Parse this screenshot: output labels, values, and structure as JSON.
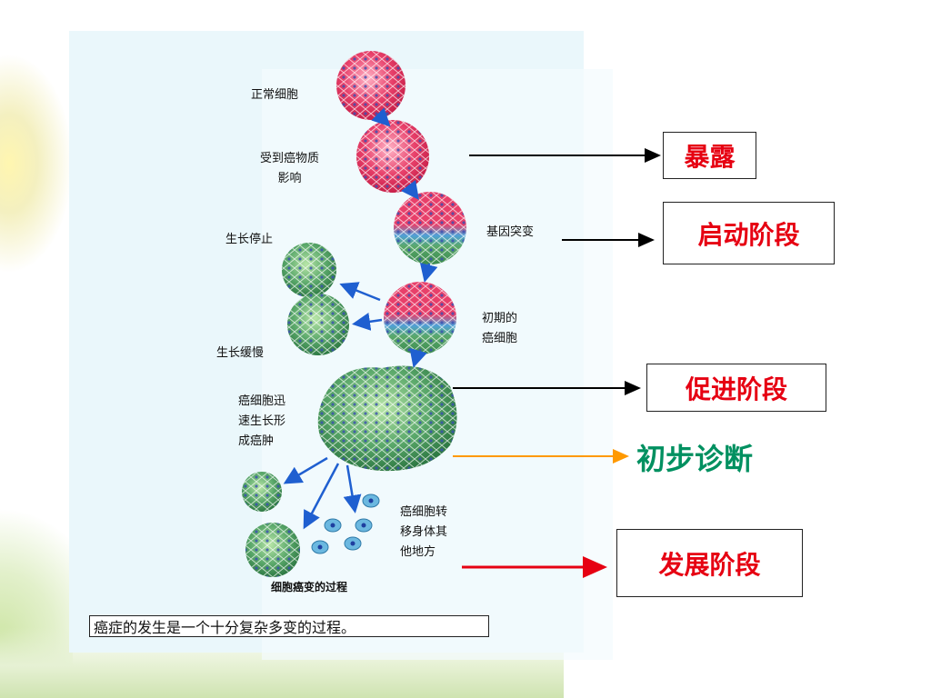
{
  "figure": {
    "title": "细胞癌变的过程",
    "caption": "癌症的发生是一个十分复杂多变的过程。",
    "cell_labels": {
      "normal": "正常细胞",
      "affected": "受到癌物质\n影响",
      "mutation": "基因突变",
      "growth_stop": "生长停止",
      "growth_slow": "生长缓慢",
      "early_cancer": "初期的\n癌细胞",
      "tumor": "癌细胞迅\n速生长形\n成癌肿",
      "metastasis": "癌细胞转\n移身体其\n他地方"
    }
  },
  "stages": {
    "exposure": "暴露",
    "initiation": "启动阶段",
    "promotion": "促进阶段",
    "diagnosis": "初步诊断",
    "progression": "发展阶段"
  },
  "colors": {
    "stage_text": "#e60012",
    "diagnosis_text": "#009060",
    "diagnosis_arrow": "#ff9900",
    "progression_arrow": "#e60012",
    "cell_pink": "#e8406a",
    "cell_green": "#5aa86a",
    "flow_arrow": "#1f5fd0"
  }
}
